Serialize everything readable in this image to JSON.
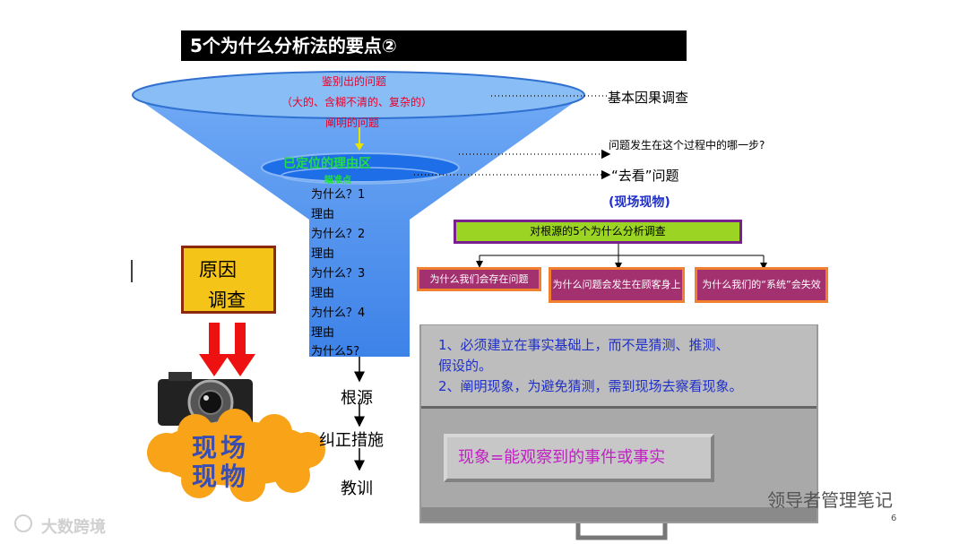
{
  "title": "5个为什么分析法的要点②",
  "funnel": {
    "top_lines": [
      "鉴别出的问题",
      "（大的、含糊不清的、复杂的）",
      "阐明的问题"
    ],
    "middle_label": "已定位的理由区",
    "middle_sub": "瞄准点",
    "whys": [
      "为什么？1",
      "理由",
      "为什么？2",
      "理由",
      "为什么？3",
      "理由",
      "为什么？4",
      "理由",
      "为什么5?"
    ]
  },
  "right_labels": {
    "basic_cause": "基本因果调查",
    "which_step": "问题发生在这个过程中的哪一步?",
    "go_see": "“去看”问题",
    "genba": "(现场现物)"
  },
  "outcomes": [
    "根源",
    "纠正措施",
    "教训"
  ],
  "cause_box": {
    "line1": "原因",
    "line2": "调查"
  },
  "cloud_text": {
    "line1": "现场",
    "line2": "现物"
  },
  "root_cause_box": "对根源的5个为什么分析调查",
  "sub_boxes": [
    "为什么我们会存在问题",
    "为什么问题会发生在顾客身上",
    "为什么我们的“系统”会失效"
  ],
  "principles": [
    "1、必须建立在事实基础上，而不是猜测、推测、",
    "假设的。",
    "2、阐明现象，为避免猜测，需到现场去察看现象。"
  ],
  "phenomenon": "现象=能观察到的事件或事实",
  "watermark_left": "大数跨境",
  "watermark_right": "领导者管理笔记",
  "page_number": "6",
  "colors": {
    "funnel": "#5b9cf2",
    "cause_box": "#f5c418",
    "root_box": "#9bd423",
    "sub_box": "#a3306f",
    "principle_text": "#1f2fc8",
    "phenomenon_text": "#c21fc4"
  }
}
